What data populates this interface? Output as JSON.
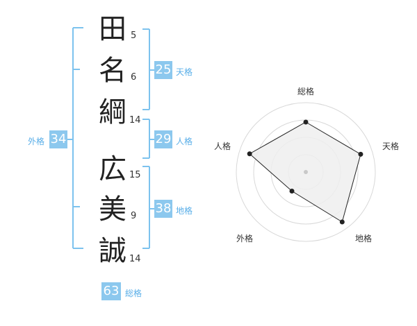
{
  "name_chars": [
    {
      "char": "田",
      "strokes": "5"
    },
    {
      "char": "名",
      "strokes": "6"
    },
    {
      "char": "綱",
      "strokes": "14"
    },
    {
      "char": "広",
      "strokes": "15"
    },
    {
      "char": "美",
      "strokes": "9"
    },
    {
      "char": "誠",
      "strokes": "14"
    }
  ],
  "fortunes": {
    "tenkaku": {
      "value": "25",
      "label": "天格"
    },
    "jinkaku": {
      "value": "29",
      "label": "人格"
    },
    "chikaku": {
      "value": "38",
      "label": "地格"
    },
    "gaikaku": {
      "value": "34",
      "label": "外格"
    },
    "soukaku": {
      "value": "63",
      "label": "総格"
    }
  },
  "radar": {
    "axes": [
      "総格",
      "天格",
      "地格",
      "外格",
      "人格"
    ],
    "values": [
      0.72,
      0.83,
      0.89,
      0.34,
      0.85
    ],
    "fill_color": "#eeeeee",
    "line_color": "#222222"
  },
  "colors": {
    "accent": "#8cc8ee",
    "bracket": "#7cc2ee",
    "label": "#59aee8"
  }
}
